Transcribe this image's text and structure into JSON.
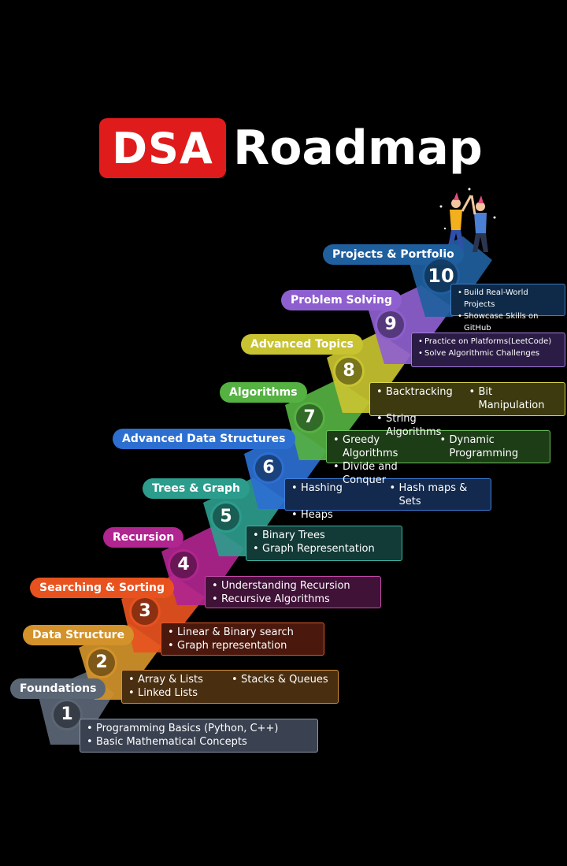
{
  "title": {
    "highlight": "DSA",
    "rest": "Roadmap"
  },
  "steps": [
    {
      "number": "1",
      "label": "Foundations",
      "color": "#5b6675",
      "box_bg": "#3a4150",
      "box_border": "#8c98a8",
      "items": [
        "Programming Basics (Python, C++)",
        "Basic Mathematical Concepts"
      ]
    },
    {
      "number": "2",
      "label": "Data Structure",
      "color": "#d3922a",
      "box_bg": "#4a2e10",
      "box_border": "#d8913a",
      "items": [
        "Array & Lists",
        "Stacks & Queues",
        "Linked Lists"
      ]
    },
    {
      "number": "3",
      "label": "Searching & Sorting",
      "color": "#e8521f",
      "box_bg": "#4a180c",
      "box_border": "#e05a2a",
      "items": [
        "Linear & Binary search",
        "Graph representation"
      ]
    },
    {
      "number": "4",
      "label": "Recursion",
      "color": "#b0258f",
      "box_bg": "#401238",
      "box_border": "#c24aa6",
      "items": [
        "Understanding Recursion",
        "Recursive Algorithms"
      ]
    },
    {
      "number": "5",
      "label": "Trees & Graph",
      "color": "#2c9c8c",
      "box_bg": "#123a36",
      "box_border": "#3fb3a2",
      "items": [
        "Binary Trees",
        "Graph Representation"
      ]
    },
    {
      "number": "6",
      "label": "Advanced Data Structures",
      "color": "#2c6fd1",
      "box_bg": "#13294d",
      "box_border": "#3f7fdc",
      "items": [
        "Hashing",
        "Hash maps & Sets",
        "Heaps"
      ]
    },
    {
      "number": "7",
      "label": "Algorithms",
      "color": "#55b142",
      "box_bg": "#1d3d17",
      "box_border": "#6cc25a",
      "items": [
        "Greedy Algorithms",
        "Dynamic Programming",
        "Divide and Conquer"
      ]
    },
    {
      "number": "8",
      "label": "Advanced Topics",
      "color": "#c8c330",
      "box_bg": "#3c3a0e",
      "box_border": "#d8d34a",
      "items": [
        "Backtracking",
        "Bit Manipulation",
        "String Algorithms"
      ]
    },
    {
      "number": "9",
      "label": "Problem Solving",
      "color": "#8e5fcf",
      "box_bg": "#2b1c45",
      "box_border": "#a47ee0",
      "items": [
        "Practice on Platforms(LeetCode)",
        "Solve Algorithmic Challenges"
      ]
    },
    {
      "number": "10",
      "label": "Projects & Portfolio",
      "color": "#1f5f9e",
      "box_bg": "#0f2a48",
      "box_border": "#3f7cc0",
      "items": [
        "Build Real-World Projects",
        "Showcase Skills on GitHub"
      ]
    }
  ],
  "decoration": {
    "celebration_figures": "two-people-high-five-icon"
  }
}
